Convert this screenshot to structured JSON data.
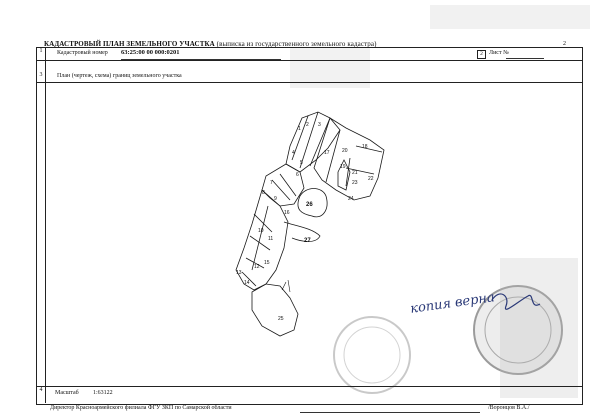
{
  "header": {
    "title": "КАДАСТРОВЫЙ ПЛАН ЗЕМЕЛЬНОГО УЧАСТКА",
    "subtitle": "(выписка из государственного земельного кадастра)",
    "page": "2"
  },
  "row1": {
    "number": "1",
    "label": "Кадастровый номер",
    "value": "63:25:00 00 000:0201",
    "box_number": "2",
    "sheet_label": "Лист №"
  },
  "row3": {
    "number": "3",
    "label": "План (чертеж, схема) границ земельного участка"
  },
  "row4": {
    "number": "4",
    "label": "Масштаб",
    "value": "1:63122"
  },
  "plan": {
    "parcels": [
      "1",
      "2",
      "3",
      "4",
      "5",
      "6",
      "7",
      "8",
      "9",
      "10",
      "11",
      "12",
      "13",
      "14",
      "15",
      "16",
      "17",
      "18",
      "19",
      "20",
      "21",
      "22",
      "23",
      "24",
      "25",
      "26",
      "27"
    ]
  },
  "signature": {
    "text": "копия верна"
  },
  "footer": {
    "left": "Директор Красноармейского филиала ФГУ ЗКП по Самарской области",
    "right": "/Воронцов В.А./"
  }
}
